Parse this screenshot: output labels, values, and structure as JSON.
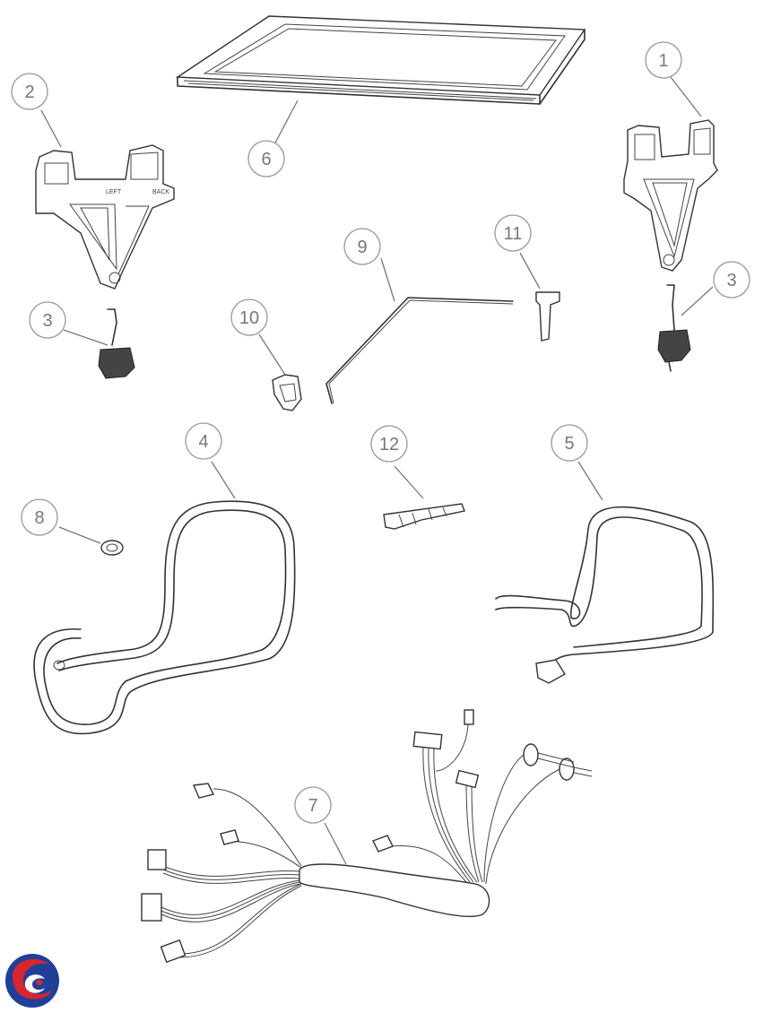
{
  "diagram": {
    "callouts": [
      {
        "id": "c1",
        "label": "1"
      },
      {
        "id": "c2",
        "label": "2"
      },
      {
        "id": "c3a",
        "label": "3"
      },
      {
        "id": "c3b",
        "label": "3"
      },
      {
        "id": "c4",
        "label": "4"
      },
      {
        "id": "c5",
        "label": "5"
      },
      {
        "id": "c6",
        "label": "6"
      },
      {
        "id": "c7",
        "label": "7"
      },
      {
        "id": "c8",
        "label": "8"
      },
      {
        "id": "c9",
        "label": "9"
      },
      {
        "id": "c10",
        "label": "10"
      },
      {
        "id": "c11",
        "label": "11"
      },
      {
        "id": "c12",
        "label": "12"
      }
    ],
    "bracket_text": {
      "left": "LEFT",
      "back": "BACK"
    },
    "logo_colors": {
      "blue": "#1f3f99",
      "red": "#d8262e"
    }
  }
}
